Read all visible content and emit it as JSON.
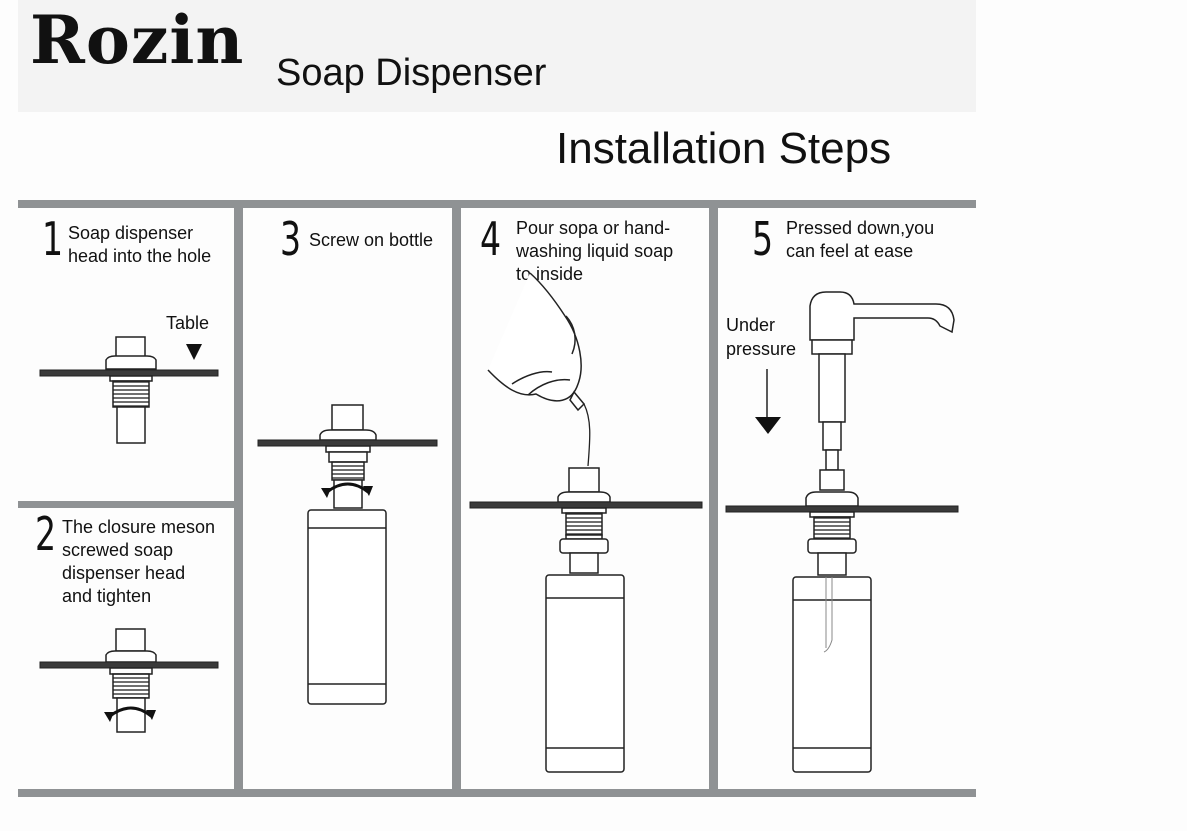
{
  "header": {
    "brand": "Rozin",
    "subtitle": "Soap Dispenser",
    "title": "Installation Steps"
  },
  "steps": [
    {
      "number": "1",
      "text": [
        "Soap dispenser",
        "head into the hole"
      ]
    },
    {
      "number": "2",
      "text": [
        "The closure meson",
        "screwed soap",
        "dispenser head",
        "and tighten"
      ]
    },
    {
      "number": "3",
      "text": [
        "Screw on bottle"
      ]
    },
    {
      "number": "4",
      "text": [
        "Pour sopa or hand-",
        "washing liquid soap",
        "to inside"
      ]
    },
    {
      "number": "5",
      "text": [
        "Pressed down,you",
        "can feel at ease"
      ]
    }
  ],
  "labels": {
    "table": "Table",
    "under_pressure": [
      "Under",
      "pressure"
    ]
  },
  "colors": {
    "frame": "#8f9294",
    "line": "#222222",
    "counter": "#3a3a3a"
  }
}
